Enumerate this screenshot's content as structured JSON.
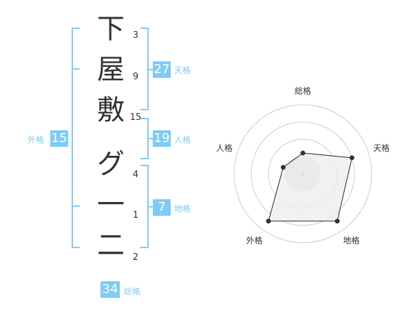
{
  "name": {
    "chars": [
      "下",
      "屋",
      "敷",
      "グ",
      "一",
      "二"
    ],
    "strokes": [
      "3",
      "9",
      "15",
      "4",
      "1",
      "2"
    ]
  },
  "fortunes": {
    "tenkaku": {
      "value": "27",
      "label": "天格"
    },
    "jinkaku": {
      "value": "19",
      "label": "人格"
    },
    "chikaku": {
      "value": "7",
      "label": "地格"
    },
    "gaikaku": {
      "value": "15",
      "label": "外格"
    },
    "soukaku": {
      "value": "34",
      "label": "総格"
    }
  },
  "chart_data": {
    "type": "radar",
    "axes": [
      "総格",
      "天格",
      "地格",
      "外格",
      "人格"
    ],
    "values": [
      0.3,
      0.75,
      0.85,
      0.85,
      0.3
    ],
    "rings": 4,
    "colors": {
      "fill": "#eeeeee",
      "stroke": "#222222",
      "grid": "#cccccc",
      "accent": "#7fcbf5"
    }
  }
}
